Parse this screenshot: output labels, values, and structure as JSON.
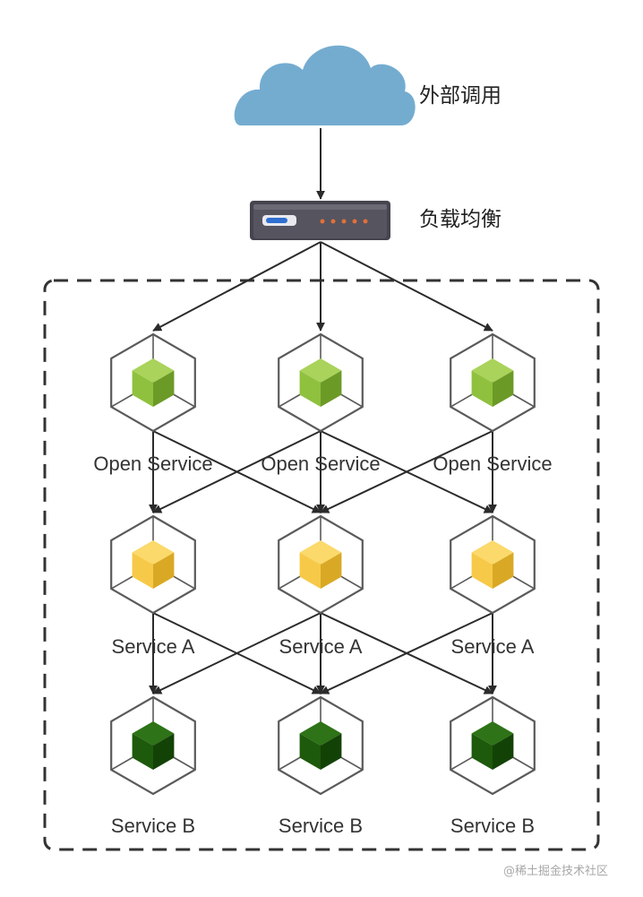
{
  "cloud": {
    "label": "外部调用",
    "icon": "cloud-icon",
    "color": "#74acd0"
  },
  "load_balancer": {
    "label": "负载均衡",
    "icon": "load-balancer-icon",
    "body_color": "#3b3a48",
    "indicator_color": "#2f6fd0",
    "light_color": "#e0703a"
  },
  "tiers": [
    {
      "label": "Open Service",
      "cube_color": "#8fc13e",
      "cube_dark": "#6c9a27",
      "cube_light": "#a9d35a",
      "icon": "green-cube-icon"
    },
    {
      "label": "Service A",
      "cube_color": "#f7c948",
      "cube_dark": "#d9a925",
      "cube_light": "#fbd96b",
      "icon": "yellow-cube-icon"
    },
    {
      "label": "Service B",
      "cube_color": "#1d5a0c",
      "cube_dark": "#134207",
      "cube_light": "#2e7317",
      "icon": "dark-green-cube-icon"
    }
  ],
  "columns": 3,
  "watermark": "@稀土掘金技术社区",
  "colors": {
    "arrow": "#2b2b2b",
    "hex_stroke": "#5a5a5a",
    "boundary": "#333333"
  }
}
